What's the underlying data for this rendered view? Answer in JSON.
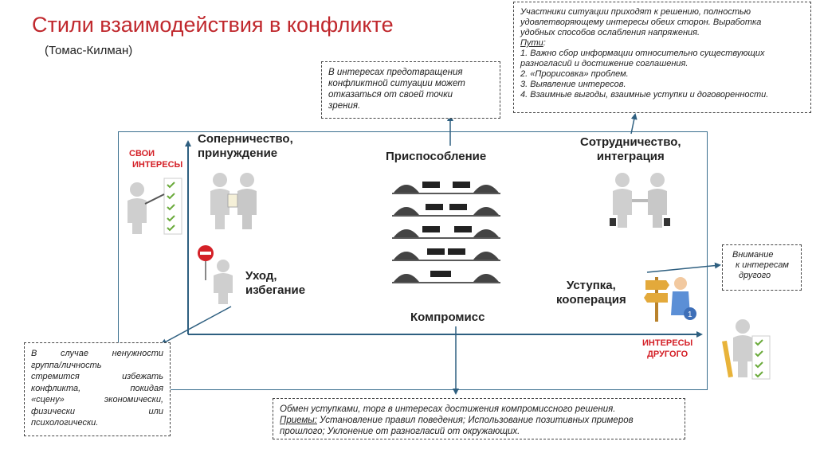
{
  "title": "Стили взаимодействия в конфликте",
  "subtitle": "(Томас-Килман)",
  "axes": {
    "y_label_line1": "СВОИ",
    "y_label_line2": "ИНТЕРЕСЫ",
    "x_label_line1": "ИНТЕРЕСЫ",
    "x_label_line2": "ДРУГОГО"
  },
  "styles": {
    "competition_line1": "Соперничество,",
    "competition_line2": "принуждение",
    "accommodation": "Приспособление",
    "collaboration_line1": "Сотрудничество,",
    "collaboration_line2": "интеграция",
    "avoidance_line1": "Уход,",
    "avoidance_line2": "избегание",
    "concession_line1": "Уступка,",
    "concession_line2": "кооперация",
    "compromise": "Компромисс"
  },
  "notes": {
    "collaboration": {
      "line1": "Участники ситуации приходят к решению, полностью",
      "line2": "удовлетворяющему интересы обеих сторон. Выработка",
      "line3": "удобных способов ослабления напряжения.",
      "ways_label": "Пути",
      "ways_colon": ":",
      "item1a": "1. Важно сбор информации относительно существующих",
      "item1b": "разногласий и достижение соглашения.",
      "item2": "2. «Прорисовка» проблем.",
      "item3": "3. Выявление интересов.",
      "item4": "4. Взаимные выгоды, взаимные уступки и договоренности."
    },
    "accommodation": {
      "line1": "В интересах предотвращения",
      "line2": "конфликтной ситуации может",
      "line3": "отказаться от своей точки",
      "line4": "зрения."
    },
    "avoidance": {
      "line1": "В случае ненужности",
      "line2": "группа/личность",
      "line3": "стремится избежать",
      "line4": "конфликта, покидая",
      "line5": "«сцену» экономически,",
      "line6": "физически или",
      "line7": "психологически."
    },
    "compromise": {
      "line1": "Обмен уступками, торг в интересах достижения компромиссного решения.",
      "methods_label": "Приемы:",
      "line2_rest": " Установление правил поведения; Использование позитивных примеров",
      "line3": "прошлого; Уклонение от разногласий от окружающих."
    },
    "other_interest": {
      "line1": "Внимание",
      "line2": "к интересам",
      "line3": "другого"
    }
  },
  "colors": {
    "title_red": "#c0282d",
    "axis_blue": "#2e5f80",
    "label_red": "#d42027",
    "check_green": "#6aaa3a"
  }
}
